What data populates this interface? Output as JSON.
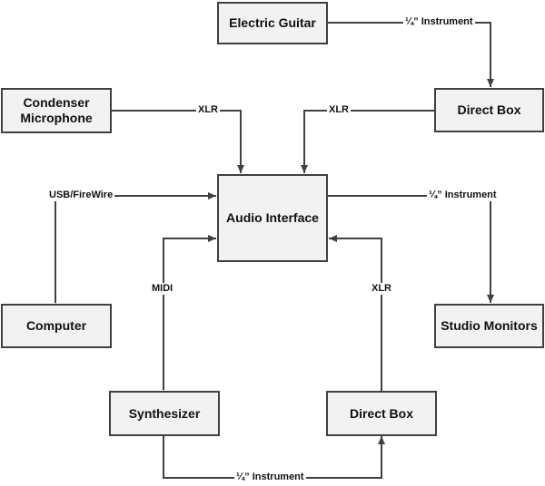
{
  "nodes": {
    "electric_guitar": "Electric Guitar",
    "condenser_microphone": "Condenser\nMicrophone",
    "direct_box_top": "Direct Box",
    "audio_interface": "Audio Interface",
    "computer": "Computer",
    "studio_monitors": "Studio Monitors",
    "synthesizer": "Synthesizer",
    "direct_box_bottom": "Direct Box"
  },
  "edges": {
    "guitar_to_dibox": "¼” Instrument",
    "mic_to_interface": "XLR",
    "dibox_to_interface": "XLR",
    "computer_interface": "USB/FireWire",
    "interface_to_monitors": "¼” Instrument",
    "synth_interface": "MIDI",
    "dibox_bottom_to_interface": "XLR",
    "synth_to_dibox": "¼” Instrument"
  },
  "colors": {
    "box_fill": "#f2f2f2",
    "box_border": "#404040",
    "line": "#404040"
  }
}
